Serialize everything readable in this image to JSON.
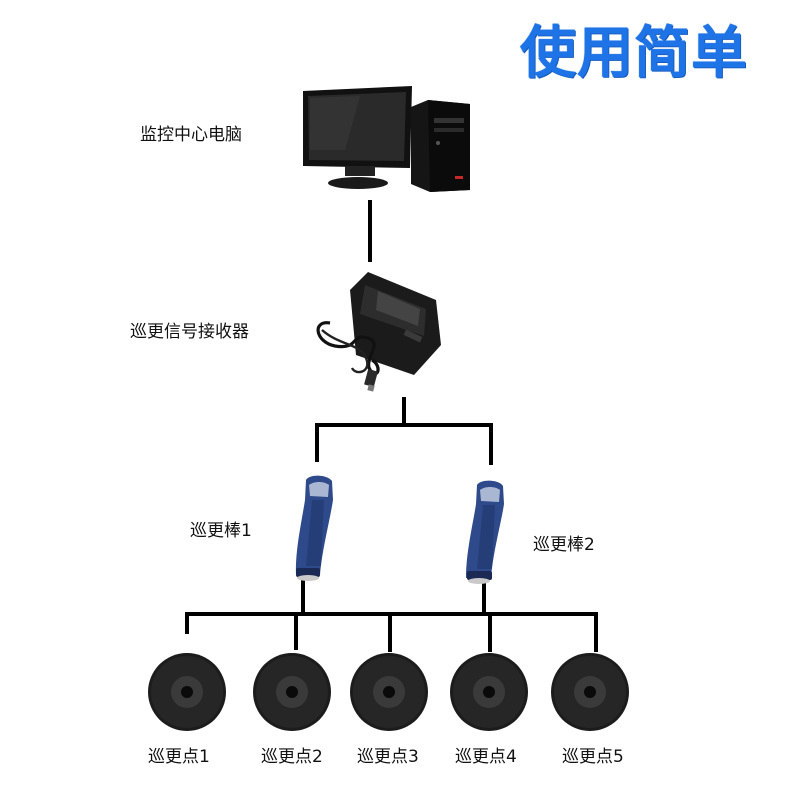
{
  "headline": "使用简单",
  "nodes": {
    "computer": "监控中心电脑",
    "receiver": "巡更信号接收器",
    "stick1": "巡更棒1",
    "stick2": "巡更棒2",
    "points": [
      "巡更点1",
      "巡更点2",
      "巡更点3",
      "巡更点4",
      "巡更点5"
    ]
  },
  "colors": {
    "headline": "#1e73e6",
    "wire": "#000000",
    "stick_body": "#2f4a8a",
    "tag_body": "#1c1c1c"
  }
}
